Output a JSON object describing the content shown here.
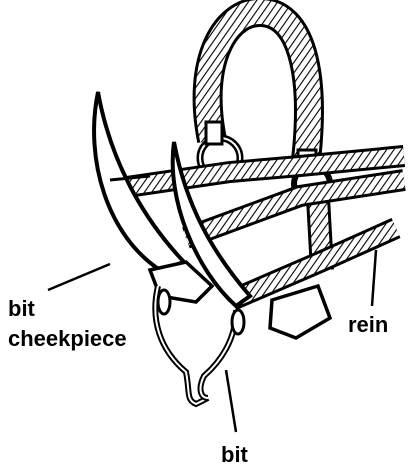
{
  "labels": {
    "bit_cheekpiece_line1": "bit",
    "bit_cheekpiece_line2": "cheekpiece",
    "rein": "rein",
    "bit": "bit"
  },
  "colors": {
    "ink": "#000000",
    "background": "#ffffff"
  }
}
